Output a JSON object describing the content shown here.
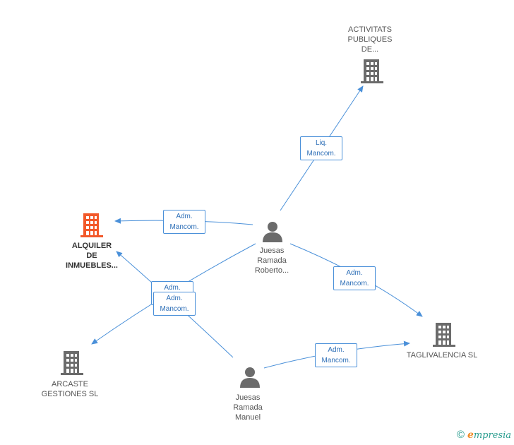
{
  "nodes": {
    "activitats": {
      "label": "ACTIVITATS\nPUBLIQUES\nDE..."
    },
    "alquiler": {
      "label": "ALQUILER\nDE\nINMUEBLES..."
    },
    "roberto": {
      "label": "Juesas\nRamada\nRoberto..."
    },
    "taglivalencia": {
      "label": "TAGLIVALENCIA SL"
    },
    "arcaste": {
      "label": "ARCASTE\nGESTIONES SL"
    },
    "manuel": {
      "label": "Juesas\nRamada\nManuel"
    }
  },
  "edges": {
    "liq": "Liq.\nMancom.",
    "adm1": "Adm.\nMancom.",
    "adm2": "Adm.\nMancom.",
    "adm3": "Adm.\nMancom.",
    "adm4": "Adm.\nMancom.",
    "adm5": "Adm.\nMancom."
  },
  "colors": {
    "edge": "#4a90d9",
    "company": "#6b6b6b",
    "company_main": "#f2592a",
    "person": "#6b6b6b"
  },
  "footer": {
    "copyright": "©",
    "brand_e": "e",
    "brand_rest": "mpresia"
  }
}
